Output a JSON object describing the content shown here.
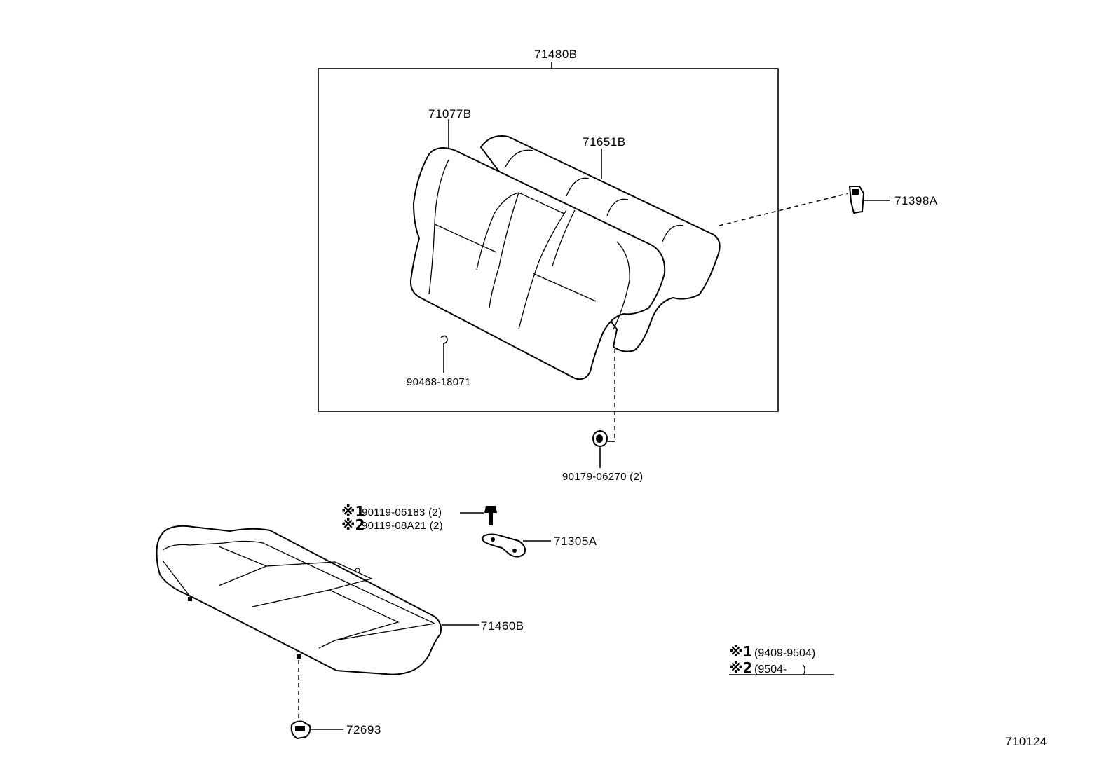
{
  "labels": {
    "assembly": "71480B",
    "back_cover": "71077B",
    "back_pad": "71651B",
    "hook": "71398A",
    "hog_ring": "90468-18071",
    "nut": "90179-06270 (2)",
    "bolt_1": "90119-06183 (2)",
    "bolt_2": "90119-08A21 (2)",
    "bracket": "71305A",
    "cushion": "71460B",
    "clip": "72693",
    "figure_number": "710124"
  },
  "notes": {
    "mark_1": "※1",
    "mark_2": "※2",
    "range_1": "(9409-9504)",
    "range_2": "(9504-     )"
  }
}
